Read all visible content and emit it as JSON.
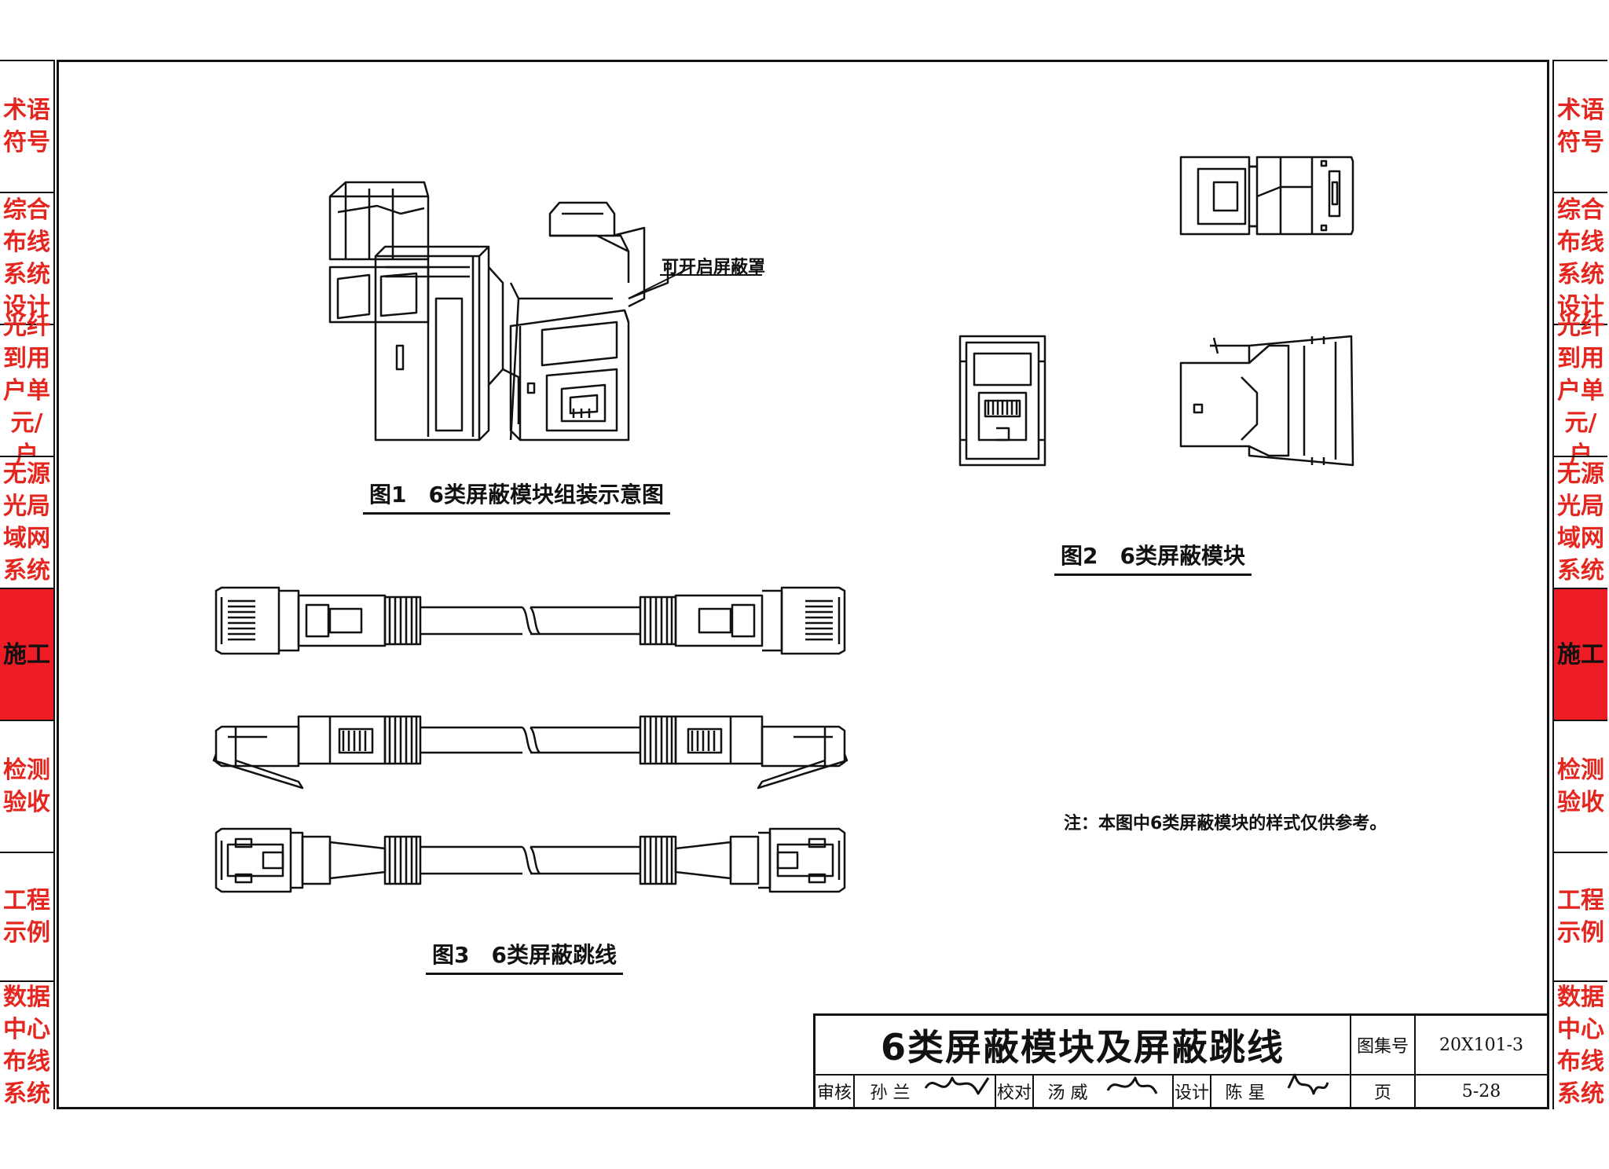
{
  "side_tabs": [
    {
      "label": "术语符号",
      "active": false
    },
    {
      "label": "综合布线系统设计",
      "active": false
    },
    {
      "label": "光纤到用户单元/户",
      "active": false
    },
    {
      "label": "无源光局域网系统",
      "active": false
    },
    {
      "label": "施工",
      "active": true
    },
    {
      "label": "检测验收",
      "active": false
    },
    {
      "label": "工程示例",
      "active": false
    },
    {
      "label": "数据中心布线系统",
      "active": false
    }
  ],
  "figures": {
    "fig1_caption": "图1　6类屏蔽模块组装示意图",
    "fig1_callout": "可开启屏蔽罩",
    "fig2_caption": "图2　6类屏蔽模块",
    "fig3_caption": "图3　6类屏蔽跳线"
  },
  "note": "注：本图中6类屏蔽模块的样式仅供参考。",
  "title_block": {
    "title": "6类屏蔽模块及屏蔽跳线",
    "atlas_label": "图集号",
    "atlas_no": "20X101-3",
    "page_label": "页",
    "page_no": "5-28",
    "review_label": "审核",
    "reviewer": "孙 兰",
    "check_label": "校对",
    "checker": "汤 威",
    "design_label": "设计",
    "designer": "陈 星"
  },
  "colors": {
    "tab_text": "#e5261f",
    "active_tab_bg": "#ee1c25",
    "line": "#111111"
  }
}
